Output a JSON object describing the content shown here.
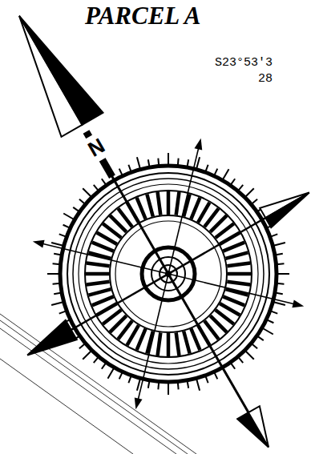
{
  "diagram": {
    "labels": [
      "PARCEL A",
      "S23°53'3",
      "28",
      "N"
    ]
  }
}
